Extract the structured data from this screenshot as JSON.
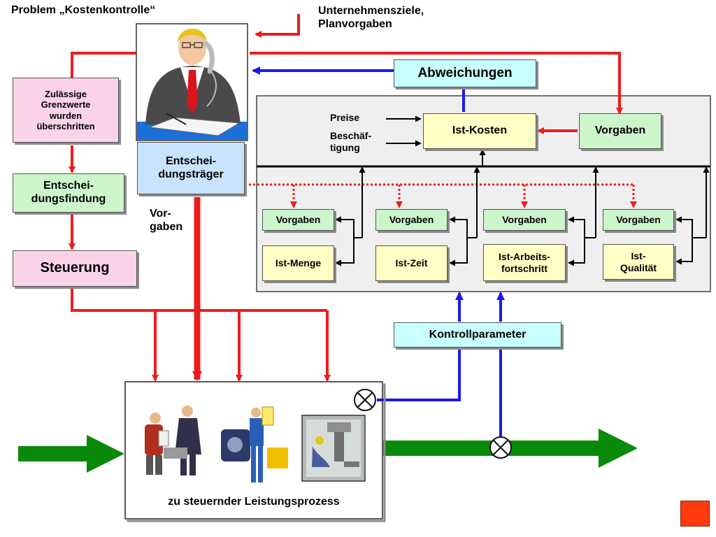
{
  "title": "Problem „Kostenkontrolle“",
  "inputs_top": "Unternehmensziele,\nPlanvorgaben",
  "left_chain": {
    "limits": "Zulässige\nGrenzwerte\nwurden\nüberschritten",
    "decision_finding": "Entschei-\ndungsfindung",
    "control": "Steuerung"
  },
  "decision_maker": "Entschei-\ndungsträger",
  "vorgaben_side": "Vor-\ngaben",
  "deviations": "Abweichungen",
  "top_panel": {
    "preise": "Preise",
    "beschaeftigung": "Beschäf-\ntigung",
    "ist_kosten": "Ist-Kosten",
    "vorgaben": "Vorgaben"
  },
  "sub_columns": [
    {
      "vorgaben": "Vorgaben",
      "actual": "Ist-Menge"
    },
    {
      "vorgaben": "Vorgaben",
      "actual": "Ist-Zeit"
    },
    {
      "vorgaben": "Vorgaben",
      "actual": "Ist-Arbeits-\nfortschritt"
    },
    {
      "vorgaben": "Vorgaben",
      "actual": "Ist-\nQualität"
    }
  ],
  "control_params": "Kontrollparameter",
  "process_label": "zu steuernder Leistungsprozess",
  "icons": [
    "businessman-on-phone-icon",
    "meeting-people-icon",
    "worker-at-printing-press-icon",
    "worker-at-drill-machine-icon",
    "sensor-cross-icon"
  ],
  "colors": {
    "red": "#ee1c1c",
    "blue": "#1a1aee",
    "green": "#0a8a0a",
    "pink": "#fbd3e9",
    "green_box": "#ccf5cc",
    "yellow": "#ffffc6",
    "cyan": "#c8ffff"
  }
}
